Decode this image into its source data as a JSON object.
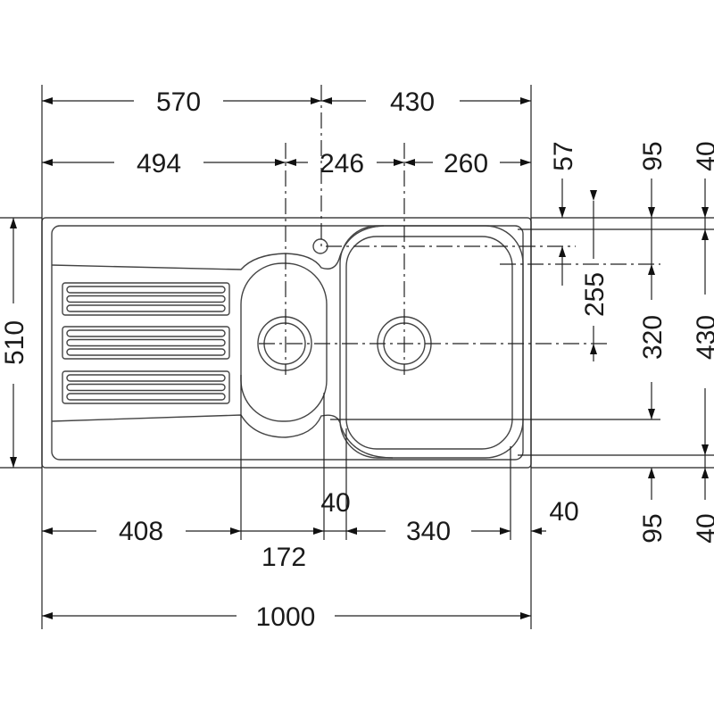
{
  "dimensions": {
    "top_row1": [
      "570",
      "430"
    ],
    "top_row2": [
      "494",
      "246",
      "260"
    ],
    "right_top": [
      "57",
      "95",
      "40"
    ],
    "right_mid": [
      "255",
      "320",
      "430"
    ],
    "right_bottom": [
      "95",
      "40"
    ],
    "left": "510",
    "bottom_row1": [
      "408",
      "40",
      "172",
      "340",
      "40"
    ],
    "bottom_total": "1000"
  }
}
